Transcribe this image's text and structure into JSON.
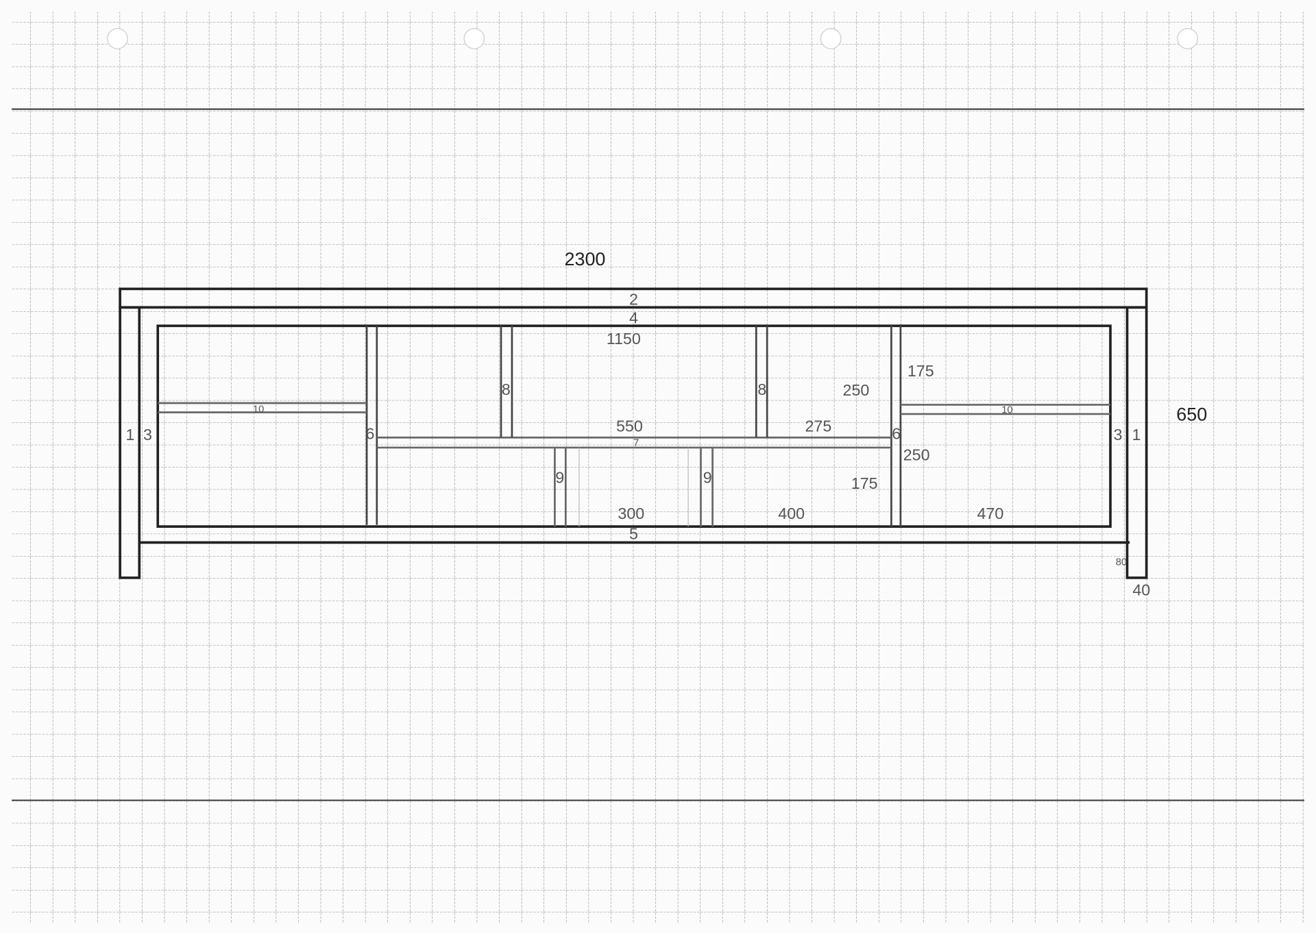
{
  "drawing": {
    "overall_width": "2300",
    "overall_height": "650",
    "part_numbers": {
      "top_board": "2",
      "top_rail": "4",
      "inner_width": "1150",
      "left_leg": "1",
      "left_side": "3",
      "right_side": "3",
      "right_leg": "1",
      "left_divider": "6",
      "right_divider": "6",
      "middle_shelf": "7",
      "upper_post_left": "8",
      "upper_post_right": "8",
      "lower_post_left": "9",
      "lower_post_right": "9",
      "left_shelf": "10",
      "right_shelf": "10",
      "bottom_rail": "5",
      "leg_offset": "80",
      "leg_width": "40"
    },
    "dimensions": {
      "center_width": "550",
      "upper_right_width": "275",
      "upper_height": "250",
      "right_upper_height": "175",
      "right_lower_height": "250",
      "lower_height": "175",
      "lower_center_width": "300",
      "lower_right_width": "400",
      "right_compartment_width": "470"
    }
  }
}
